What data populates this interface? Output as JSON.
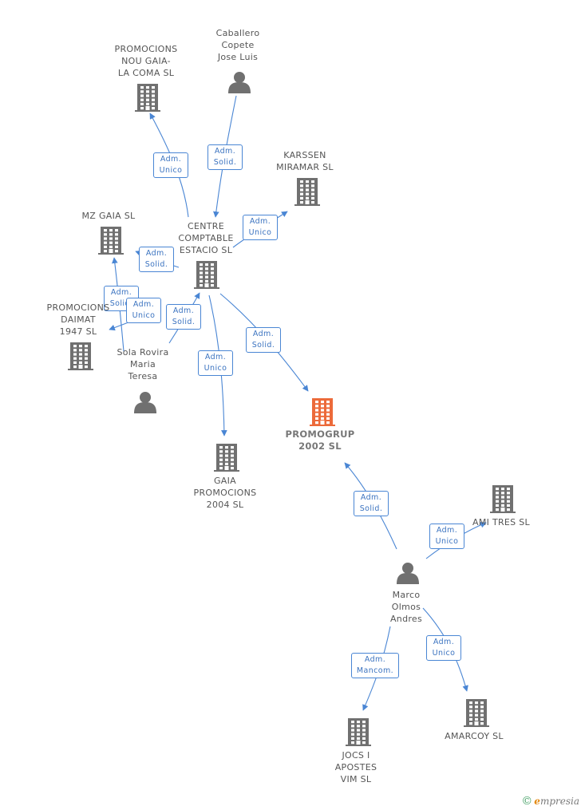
{
  "colors": {
    "node": "#707070",
    "focus": "#ec6a3a",
    "edge": "#4a86d4"
  },
  "nodes": [
    {
      "id": "caballero",
      "kind": "person",
      "label": "Caballero\nCopete\nJose Luis"
    },
    {
      "id": "promocions_nou",
      "kind": "company",
      "label": "PROMOCIONS\nNOU GAIA-\nLA COMA SL"
    },
    {
      "id": "karssen",
      "kind": "company",
      "label": "KARSSEN\nMIRAMAR SL"
    },
    {
      "id": "mz_gaia",
      "kind": "company",
      "label": "MZ GAIA SL"
    },
    {
      "id": "centre",
      "kind": "company",
      "label": "CENTRE\nCOMPTABLE\nESTACIO SL"
    },
    {
      "id": "daimat",
      "kind": "company",
      "label": "PROMOCIONS\nDAIMAT\n1947 SL"
    },
    {
      "id": "sola",
      "kind": "person",
      "label": "Sola Rovira\nMaria\nTeresa"
    },
    {
      "id": "promogrup",
      "kind": "company",
      "focus": true,
      "label": "PROMOGRUP\n2002 SL"
    },
    {
      "id": "gaia",
      "kind": "company",
      "label": "GAIA\nPROMOCIONS\n2004 SL"
    },
    {
      "id": "ami",
      "kind": "company",
      "label": "AMI TRES SL"
    },
    {
      "id": "marco",
      "kind": "person",
      "label": "Marco\nOlmos\nAndres"
    },
    {
      "id": "jocs",
      "kind": "company",
      "label": "JOCS I\nAPOSTES\nVIM SL"
    },
    {
      "id": "amarcoy",
      "kind": "company",
      "label": "AMARCOY SL"
    }
  ],
  "edges": [
    {
      "id": "e1",
      "from": "centre",
      "to": "promocions_nou",
      "label": "Adm.\nUnico"
    },
    {
      "id": "e2",
      "from": "caballero",
      "to": "centre",
      "label": "Adm.\nSolid."
    },
    {
      "id": "e3",
      "from": "centre",
      "to": "karssen",
      "label": "Adm.\nUnico"
    },
    {
      "id": "e4",
      "from": "centre",
      "to": "mz_gaia",
      "label": "Adm.\nSolid."
    },
    {
      "id": "e5",
      "from": "sola",
      "to": "mz_gaia",
      "label": "Adm.\nSolid."
    },
    {
      "id": "e6",
      "from": "sola",
      "to": "daimat",
      "label": "Adm.\nUnico"
    },
    {
      "id": "e7",
      "from": "sola",
      "to": "centre",
      "label": "Adm.\nSolid."
    },
    {
      "id": "e8",
      "from": "centre",
      "to": "gaia",
      "label": "Adm.\nUnico"
    },
    {
      "id": "e9",
      "from": "centre",
      "to": "promogrup",
      "label": "Adm.\nSolid."
    },
    {
      "id": "e10",
      "from": "marco",
      "to": "promogrup",
      "label": "Adm.\nSolid."
    },
    {
      "id": "e11",
      "from": "marco",
      "to": "ami",
      "label": "Adm.\nUnico"
    },
    {
      "id": "e12",
      "from": "marco",
      "to": "jocs",
      "label": "Adm.\nMancom."
    },
    {
      "id": "e13",
      "from": "marco",
      "to": "amarcoy",
      "label": "Adm.\nUnico"
    }
  ],
  "watermark": {
    "copyright": "©",
    "e": "e",
    "rest": "mpresia"
  }
}
